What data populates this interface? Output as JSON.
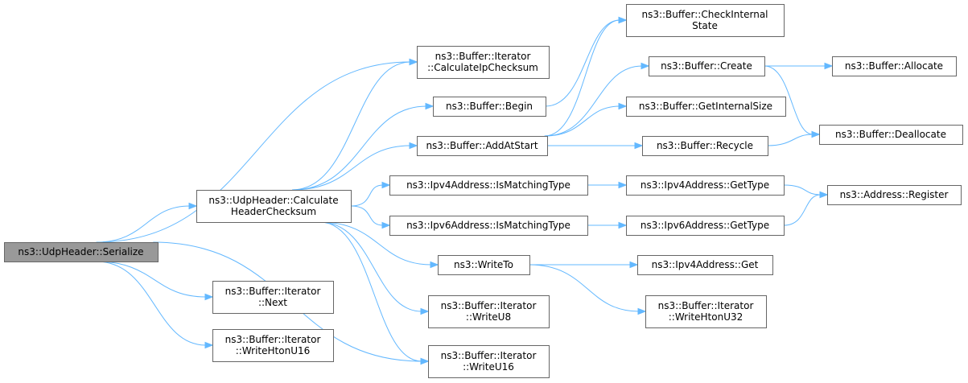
{
  "nodes": {
    "serialize": {
      "lines": [
        "ns3::UdpHeader::Serialize"
      ],
      "root": true
    },
    "calcHeaderChecksum": {
      "lines": [
        "ns3::UdpHeader::Calculate",
        "HeaderChecksum"
      ]
    },
    "iterNext": {
      "lines": [
        "ns3::Buffer::Iterator",
        "::Next"
      ]
    },
    "iterWriteHtonU16": {
      "lines": [
        "ns3::Buffer::Iterator",
        "::WriteHtonU16"
      ]
    },
    "iterCalcIpChecksum": {
      "lines": [
        "ns3::Buffer::Iterator",
        "::CalculateIpChecksum"
      ]
    },
    "bufferBegin": {
      "lines": [
        "ns3::Buffer::Begin"
      ]
    },
    "bufferAddAtStart": {
      "lines": [
        "ns3::Buffer::AddAtStart"
      ]
    },
    "ipv4IsMatchingType": {
      "lines": [
        "ns3::Ipv4Address::IsMatchingType"
      ]
    },
    "ipv6IsMatchingType": {
      "lines": [
        "ns3::Ipv6Address::IsMatchingType"
      ]
    },
    "writeTo": {
      "lines": [
        "ns3::WriteTo"
      ]
    },
    "iterWriteU8": {
      "lines": [
        "ns3::Buffer::Iterator",
        "::WriteU8"
      ]
    },
    "iterWriteU16": {
      "lines": [
        "ns3::Buffer::Iterator",
        "::WriteU16"
      ]
    },
    "checkInternalState": {
      "lines": [
        "ns3::Buffer::CheckInternal",
        "State"
      ]
    },
    "bufferCreate": {
      "lines": [
        "ns3::Buffer::Create"
      ]
    },
    "getInternalSize": {
      "lines": [
        "ns3::Buffer::GetInternalSize"
      ]
    },
    "bufferRecycle": {
      "lines": [
        "ns3::Buffer::Recycle"
      ]
    },
    "ipv4GetType": {
      "lines": [
        "ns3::Ipv4Address::GetType"
      ]
    },
    "ipv6GetType": {
      "lines": [
        "ns3::Ipv6Address::GetType"
      ]
    },
    "ipv4Get": {
      "lines": [
        "ns3::Ipv4Address::Get"
      ]
    },
    "iterWriteHtonU32": {
      "lines": [
        "ns3::Buffer::Iterator",
        "::WriteHtonU32"
      ]
    },
    "bufferAllocate": {
      "lines": [
        "ns3::Buffer::Allocate"
      ]
    },
    "bufferDeallocate": {
      "lines": [
        "ns3::Buffer::Deallocate"
      ]
    },
    "addressRegister": {
      "lines": [
        "ns3::Address::Register"
      ]
    }
  },
  "edges": [
    [
      "serialize",
      "calcHeaderChecksum"
    ],
    [
      "serialize",
      "iterCalcIpChecksum"
    ],
    [
      "serialize",
      "iterNext"
    ],
    [
      "serialize",
      "iterWriteHtonU16"
    ],
    [
      "serialize",
      "iterWriteU16"
    ],
    [
      "calcHeaderChecksum",
      "iterCalcIpChecksum"
    ],
    [
      "calcHeaderChecksum",
      "bufferBegin"
    ],
    [
      "calcHeaderChecksum",
      "bufferAddAtStart"
    ],
    [
      "calcHeaderChecksum",
      "ipv4IsMatchingType"
    ],
    [
      "calcHeaderChecksum",
      "ipv6IsMatchingType"
    ],
    [
      "calcHeaderChecksum",
      "writeTo"
    ],
    [
      "calcHeaderChecksum",
      "iterWriteU8"
    ],
    [
      "calcHeaderChecksum",
      "iterWriteU16"
    ],
    [
      "bufferBegin",
      "checkInternalState"
    ],
    [
      "bufferAddAtStart",
      "checkInternalState"
    ],
    [
      "bufferAddAtStart",
      "bufferCreate"
    ],
    [
      "bufferAddAtStart",
      "getInternalSize"
    ],
    [
      "bufferAddAtStart",
      "bufferRecycle"
    ],
    [
      "bufferCreate",
      "bufferAllocate"
    ],
    [
      "bufferCreate",
      "bufferDeallocate"
    ],
    [
      "bufferRecycle",
      "bufferDeallocate"
    ],
    [
      "ipv4IsMatchingType",
      "ipv4GetType"
    ],
    [
      "ipv6IsMatchingType",
      "ipv6GetType"
    ],
    [
      "ipv4GetType",
      "addressRegister"
    ],
    [
      "ipv6GetType",
      "addressRegister"
    ],
    [
      "writeTo",
      "ipv4Get"
    ],
    [
      "writeTo",
      "iterWriteHtonU32"
    ]
  ],
  "colors": {
    "edge": "#63b8ff",
    "node_border": "#666666",
    "root_fill": "#999999"
  }
}
